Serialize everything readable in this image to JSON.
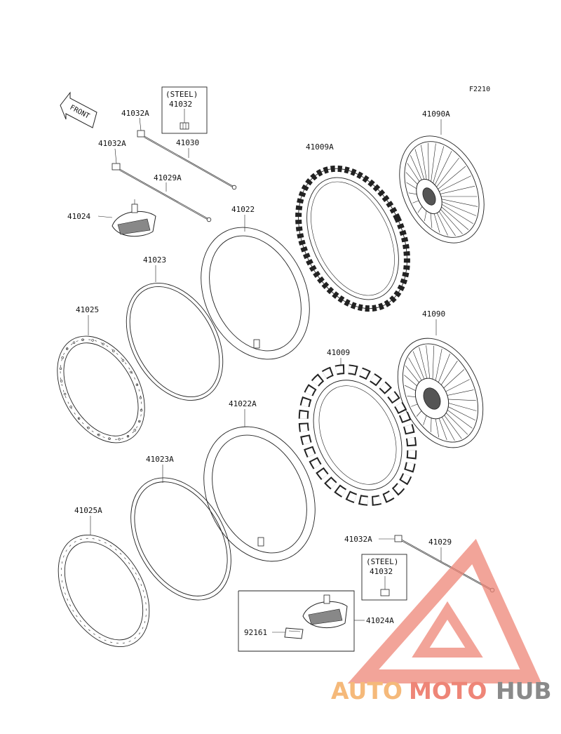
{
  "figure_code": "F2210",
  "front_label": "FRONT",
  "steel_box_label": "(STEEL)",
  "labels": {
    "p41032a_1": "41032A",
    "p41032_1": "41032",
    "p41032a_2": "41032A",
    "p41030": "41030",
    "p41029a": "41029A",
    "p41024": "41024",
    "p41022": "41022",
    "p41023": "41023",
    "p41025": "41025",
    "p41009a": "41009A",
    "p41090a": "41090A",
    "p41090": "41090",
    "p41009": "41009",
    "p41022a": "41022A",
    "p41023a": "41023A",
    "p41025a": "41025A",
    "p41032a_3": "41032A",
    "p41029": "41029",
    "p41032_2": "41032",
    "p41024a": "41024A",
    "p92161": "92161"
  },
  "watermark": {
    "part1": "AUTO",
    "part2": "MOTO",
    "part3": "HUB",
    "color_orange": "#f5b97a",
    "color_red": "#ee8577",
    "color_gray": "#8a8a8a"
  }
}
